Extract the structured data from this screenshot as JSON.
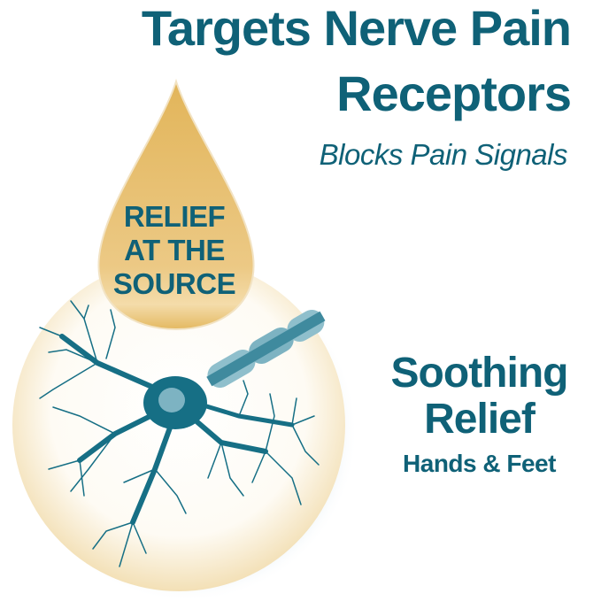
{
  "headline": {
    "line1": "Targets Nerve Pain",
    "line2": "Receptors",
    "subtitle": "Blocks Pain Signals"
  },
  "drop": {
    "line1": "RELIEF",
    "line2": "AT THE",
    "line3": "SOURCE",
    "icon": "droplet-icon"
  },
  "illustration": {
    "icon": "neuron-icon"
  },
  "side_claim": {
    "line1": "Soothing",
    "line2": "Relief",
    "line3": "Hands & Feet"
  },
  "colors": {
    "teal": "#0f6177",
    "gold": "#e2b55a",
    "cream": "#fbf2df",
    "neuron": "#166f85",
    "axon_light": "#6fa9b8"
  }
}
